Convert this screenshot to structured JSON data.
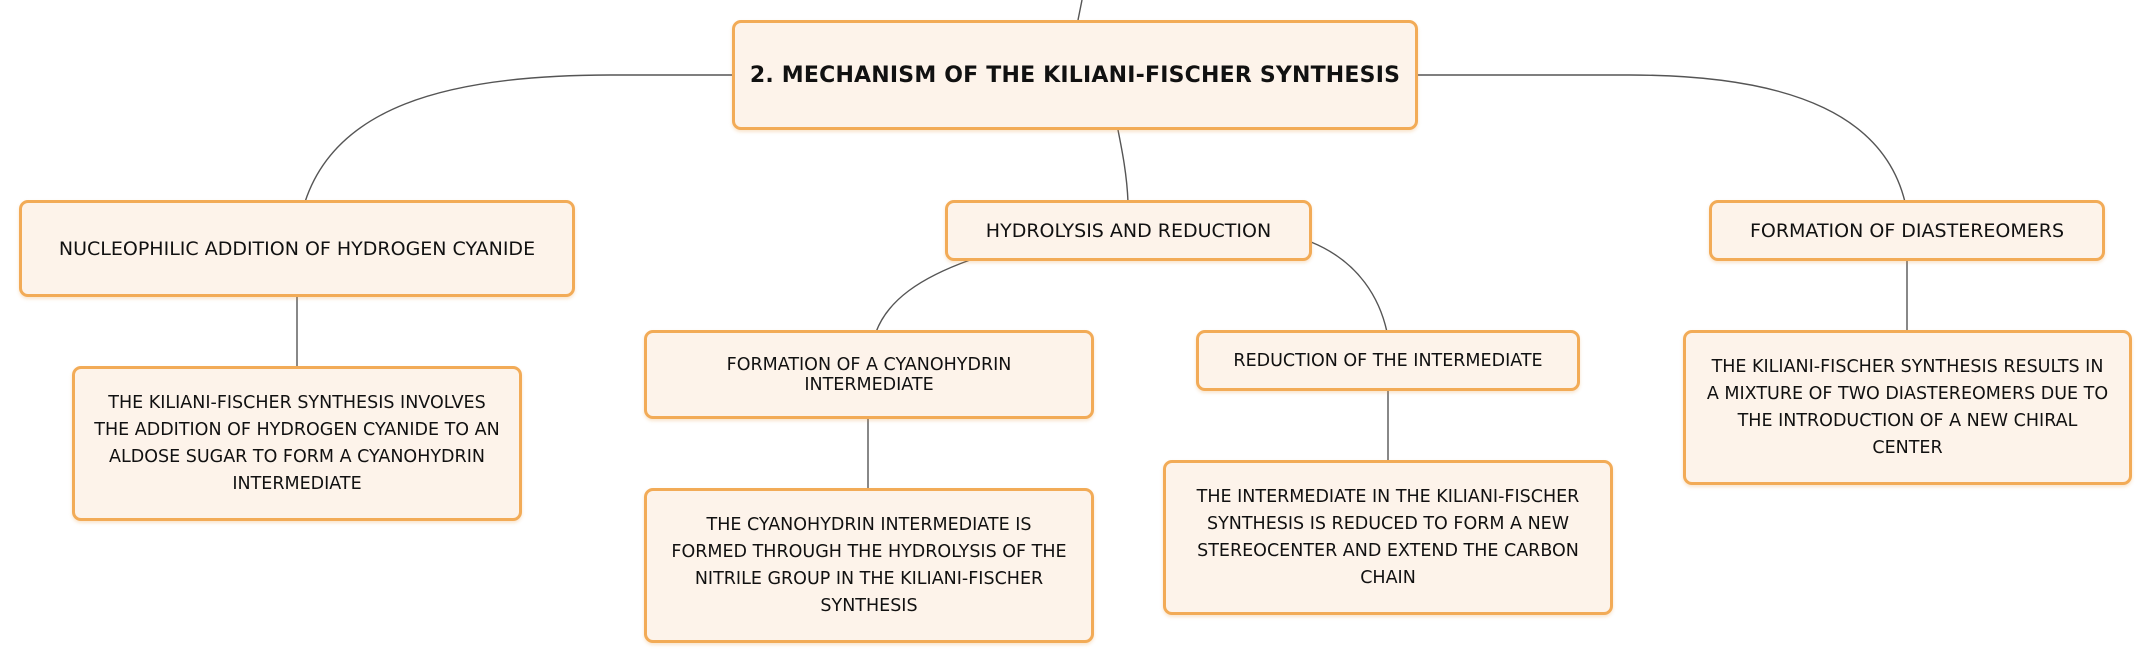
{
  "diagram": {
    "root": {
      "label": "2. MECHANISM OF THE KILIANI-FISCHER SYNTHESIS"
    },
    "branches": [
      {
        "label": "NUCLEOPHILIC ADDITION OF HYDROGEN CYANIDE",
        "detail": "THE KILIANI-FISCHER SYNTHESIS INVOLVES THE ADDITION OF HYDROGEN CYANIDE TO AN ALDOSE SUGAR TO FORM A CYANOHYDRIN INTERMEDIATE"
      },
      {
        "label": "HYDROLYSIS AND REDUCTION",
        "children": [
          {
            "label": "FORMATION OF A CYANOHYDRIN INTERMEDIATE",
            "detail": "THE CYANOHYDRIN INTERMEDIATE IS FORMED THROUGH THE HYDROLYSIS OF THE NITRILE GROUP IN THE KILIANI-FISCHER SYNTHESIS"
          },
          {
            "label": "REDUCTION OF THE INTERMEDIATE",
            "detail": "THE INTERMEDIATE IN THE KILIANI-FISCHER SYNTHESIS IS REDUCED TO FORM A NEW STEREOCENTER AND EXTEND THE CARBON CHAIN"
          }
        ]
      },
      {
        "label": "FORMATION OF DIASTEREOMERS",
        "detail": "THE KILIANI-FISCHER SYNTHESIS RESULTS IN A MIXTURE OF TWO DIASTEREOMERS DUE TO THE INTRODUCTION OF A NEW CHIRAL CENTER"
      }
    ]
  }
}
